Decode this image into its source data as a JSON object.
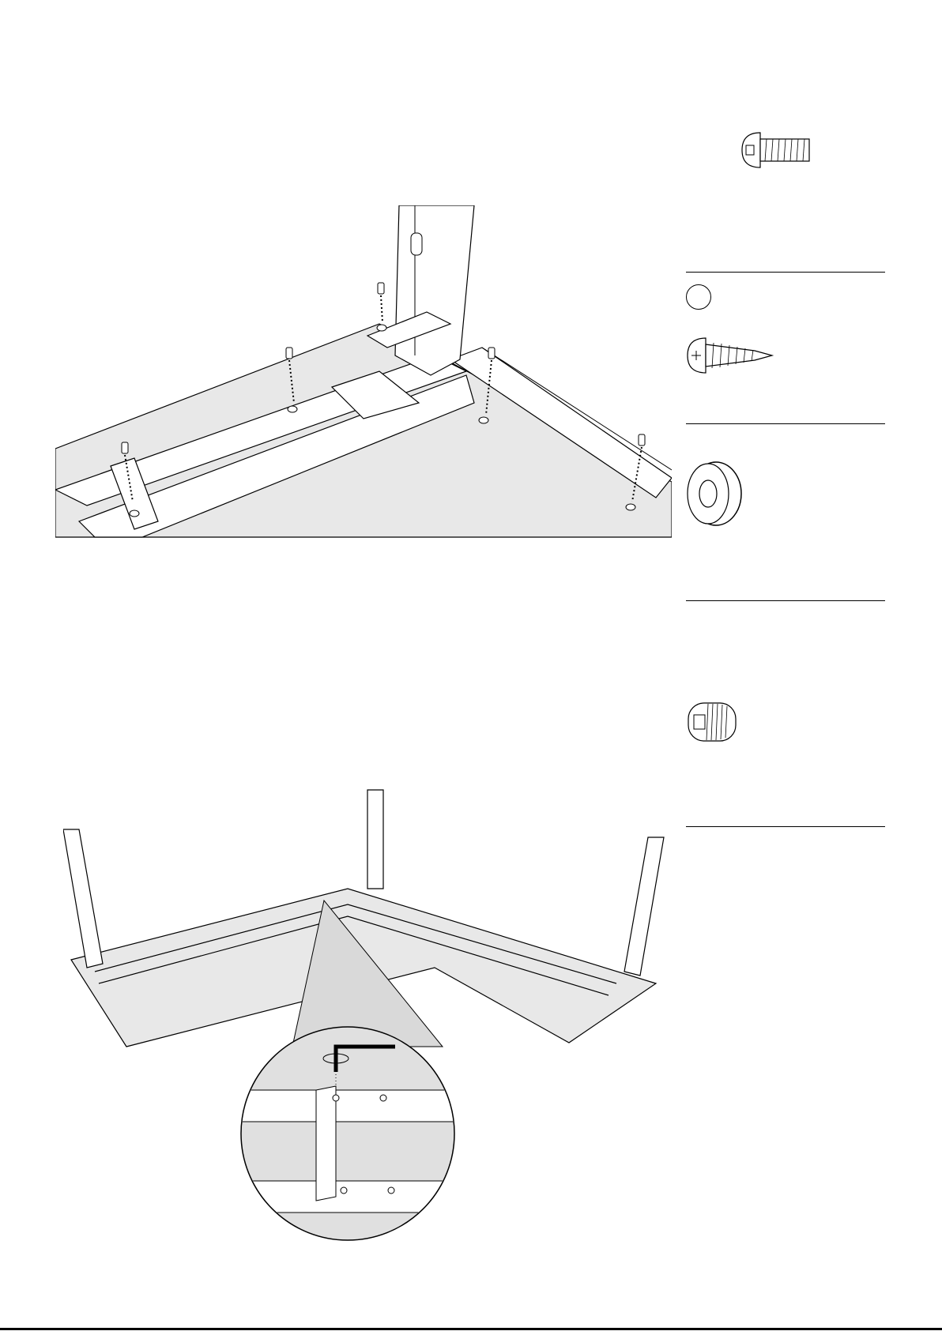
{
  "page": {
    "background": "#ffffff",
    "floor_color": "#e8e8e8",
    "line_color": "#000000"
  },
  "figures": [
    {
      "name": "leg-to-frame-attachment",
      "icons": [
        "button-head-screw-icon",
        "washer-icon",
        "dotted-guide-line"
      ]
    },
    {
      "name": "l-shaped-desk-frame-overview",
      "icons": [
        "desk-leg-icon",
        "hex-key-icon",
        "magnified-detail-circle"
      ]
    }
  ],
  "parts": [
    {
      "name": "button-head-hex-bolt",
      "icon": "hex-bolt-icon"
    },
    {
      "name": "self-tapping-phillips-screw",
      "icon": "phillips-screw-icon",
      "has_badge": true
    },
    {
      "name": "flat-washer",
      "icon": "washer-icon"
    },
    {
      "name": "hex-set-screw",
      "icon": "set-screw-icon"
    }
  ]
}
